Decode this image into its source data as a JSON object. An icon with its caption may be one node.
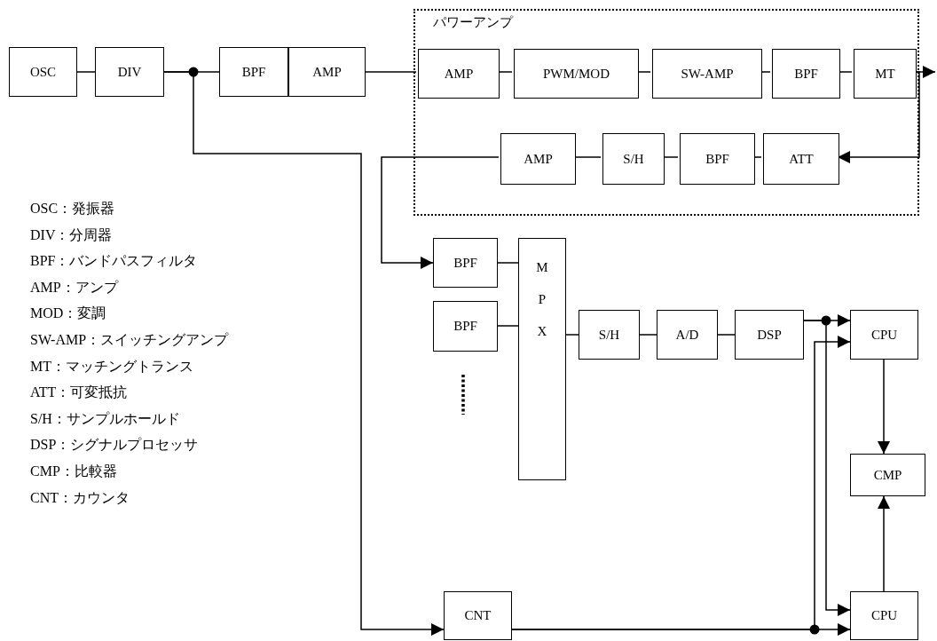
{
  "diagram": {
    "nodes": [
      {
        "text": [
          "パワーアンプ"
        ]
      },
      {
        "text": [
          "OSC"
        ]
      },
      {
        "text": [
          "DIV"
        ]
      },
      {
        "text": [
          "BPF"
        ]
      },
      {
        "text": [
          "AMP"
        ]
      },
      {
        "text": [
          "AMP"
        ],
        "in": 0
      },
      {
        "text": [
          "PWM/MOD"
        ],
        "in": 0
      },
      {
        "text": [
          "SW-AMP"
        ],
        "in": 0
      },
      {
        "text": [
          "BPF"
        ],
        "in": 0
      },
      {
        "text": [
          "MT"
        ],
        "in": 0
      },
      {
        "text": [
          "AMP"
        ],
        "in": 0
      },
      {
        "text": [
          "S/H"
        ],
        "in": 0
      },
      {
        "text": [
          "BPF"
        ],
        "in": 0
      },
      {
        "text": [
          "ATT"
        ],
        "in": 0
      },
      {
        "text": [
          "BPF"
        ]
      },
      {
        "text": [
          "BPF"
        ]
      },
      {
        "text": [
          "MPX"
        ]
      },
      {
        "text": [
          "S/H"
        ]
      },
      {
        "text": [
          "A/D"
        ]
      },
      {
        "text": [
          "DSP"
        ]
      },
      {
        "text": [
          "CPU"
        ]
      },
      {
        "text": [
          "CMP"
        ]
      },
      {
        "text": [
          "CPU"
        ]
      },
      {
        "text": [
          "CNT"
        ]
      }
    ],
    "edges": [
      {
        "from": 1,
        "to": 2,
        "arrow": "none"
      },
      {
        "from": 2,
        "to": 3,
        "arrow": "none"
      },
      {
        "from": 2,
        "to": 23,
        "arrow": "to"
      },
      {
        "from": 4,
        "to": 5,
        "arrow": "none"
      },
      {
        "from": 5,
        "to": 6,
        "arrow": "none"
      },
      {
        "from": 6,
        "to": 7,
        "arrow": "none"
      },
      {
        "from": 7,
        "to": 8,
        "arrow": "none"
      },
      {
        "from": 8,
        "to": 9,
        "arrow": "none"
      },
      {
        "from": 9,
        "to": null,
        "arrow": "to"
      },
      {
        "from": 9,
        "to": 13,
        "arrow": "to"
      },
      {
        "from": 13,
        "to": 12,
        "arrow": "none"
      },
      {
        "from": 12,
        "to": 11,
        "arrow": "none"
      },
      {
        "from": 11,
        "to": 10,
        "arrow": "none"
      },
      {
        "from": 10,
        "to": 14,
        "arrow": "to"
      },
      {
        "from": 14,
        "to": 16,
        "arrow": "none"
      },
      {
        "from": 15,
        "to": 16,
        "arrow": "none"
      },
      {
        "from": 16,
        "to": 17,
        "arrow": "none"
      },
      {
        "from": 17,
        "to": 18,
        "arrow": "none"
      },
      {
        "from": 18,
        "to": 19,
        "arrow": "none"
      },
      {
        "from": 19,
        "to": 20,
        "arrow": "to"
      },
      {
        "from": 19,
        "to": 22,
        "arrow": "to"
      },
      {
        "from": 23,
        "to": 22,
        "arrow": "to"
      },
      {
        "from": 23,
        "to": 20,
        "arrow": "to"
      },
      {
        "from": 20,
        "to": 21,
        "arrow": "to"
      },
      {
        "from": 22,
        "to": 21,
        "arrow": "to"
      }
    ],
    "labels": [
      "OSC：発振器",
      "DIV：分周器",
      "BPF：バンドパスフィルタ",
      "AMP：アンプ",
      "MOD：変調",
      "SW-AMP：スイッチングアンプ",
      "MT：マッチングトランス",
      "ATT：可変抵抗",
      "S/H：サンプルホールド",
      "DSP：シグナルプロセッサ",
      "CMP：比較器",
      "CNT：カウンタ"
    ]
  }
}
